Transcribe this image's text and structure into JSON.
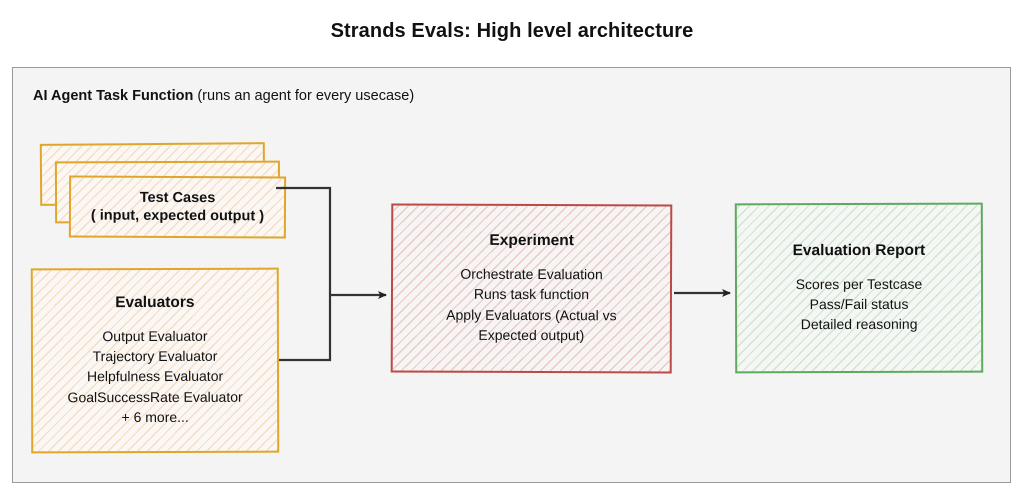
{
  "title": "Strands Evals: High level architecture",
  "container": {
    "header_bold": "AI Agent Task Function",
    "header_note": " (runs an agent for every usecase)"
  },
  "nodes": {
    "test_cases": {
      "title": "Test Cases",
      "subtitle": "( input, expected output )",
      "stack_count": "3",
      "color": "#e0a62b"
    },
    "evaluators": {
      "title": "Evaluators",
      "lines": [
        "Output Evaluator",
        "Trajectory Evaluator",
        "Helpfulness Evaluator",
        "GoalSuccessRate Evaluator",
        "+ 6 more..."
      ],
      "color": "#e0a62b"
    },
    "experiment": {
      "title": "Experiment",
      "lines": [
        "Orchestrate Evaluation",
        "Runs task function",
        "Apply Evaluators (Actual vs",
        "Expected output)"
      ],
      "color": "#bb4a46"
    },
    "report": {
      "title": "Evaluation Report",
      "lines": [
        "Scores per Testcase",
        "Pass/Fail status",
        "Detailed reasoning"
      ],
      "color": "#5fa95f"
    }
  },
  "connectors": [
    {
      "name": "testcases-to-experiment",
      "from": "test_cases",
      "to": "experiment"
    },
    {
      "name": "evaluators-to-experiment",
      "from": "evaluators",
      "to": "experiment"
    },
    {
      "name": "experiment-to-report",
      "from": "experiment",
      "to": "report"
    }
  ],
  "colors": {
    "page_background": "#ffffff",
    "container_background": "#f4f4f4",
    "container_border": "#9a9a9a",
    "connector": "#333333",
    "text": "#111111"
  }
}
